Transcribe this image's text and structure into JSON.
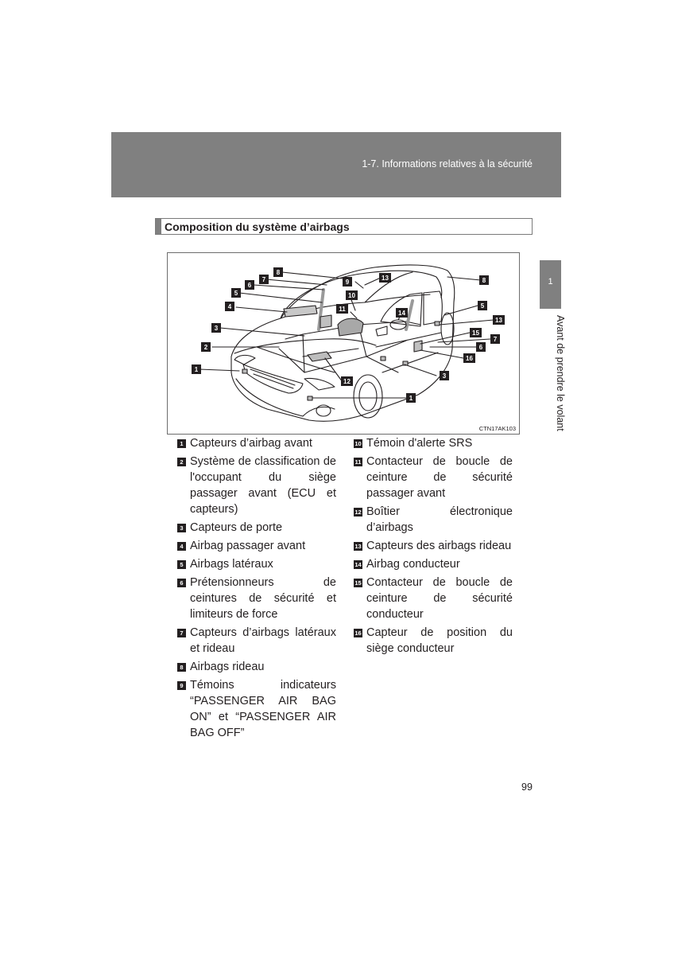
{
  "header": {
    "section": "1-7. Informations relatives à la sécurité"
  },
  "side_tab": {
    "number": "1",
    "label": "Avant de prendre le volant"
  },
  "title": "Composition du système d’airbags",
  "figure": {
    "code": "CTN17AK103",
    "callouts": [
      "1",
      "2",
      "3",
      "4",
      "5",
      "6",
      "7",
      "8",
      "9",
      "10",
      "11",
      "12",
      "13",
      "14",
      "15",
      "16"
    ]
  },
  "items": [
    {
      "num": "1",
      "text": "Capteurs d’airbag avant"
    },
    {
      "num": "2",
      "text": "Système de classification de l'occupant du siège passager avant (ECU et capteurs)"
    },
    {
      "num": "3",
      "text": "Capteurs de porte"
    },
    {
      "num": "4",
      "text": "Airbag passager avant"
    },
    {
      "num": "5",
      "text": "Airbags latéraux"
    },
    {
      "num": "6",
      "text": "Prétensionneurs de ceintures de sécurité et limiteurs de force"
    },
    {
      "num": "7",
      "text": "Capteurs d’airbags latéraux et rideau"
    },
    {
      "num": "8",
      "text": "Airbags rideau"
    },
    {
      "num": "9",
      "text": "Témoins indicateurs “PASSENGER AIR BAG ON” et “PASSENGER AIR BAG OFF”"
    },
    {
      "num": "10",
      "text": "Témoin d'alerte SRS"
    },
    {
      "num": "11",
      "text": "Contacteur de boucle de ceinture de sécurité passager avant"
    },
    {
      "num": "12",
      "text": "Boîtier électronique d’airbags"
    },
    {
      "num": "13",
      "text": "Capteurs des airbags rideau"
    },
    {
      "num": "14",
      "text": "Airbag conducteur"
    },
    {
      "num": "15",
      "text": "Contacteur de boucle de ceinture de sécurité conducteur"
    },
    {
      "num": "16",
      "text": "Capteur de position du siège conducteur"
    }
  ],
  "page_number": "99"
}
